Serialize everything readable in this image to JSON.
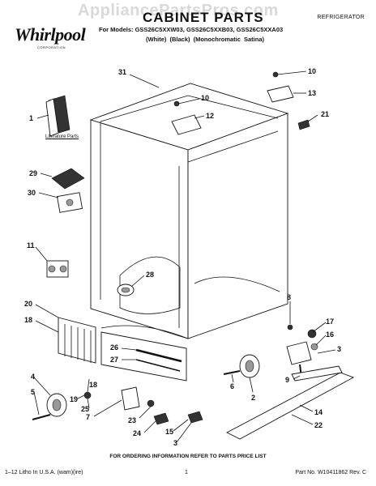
{
  "header": {
    "watermark": "AppliancePartsPros.com",
    "title": "CABINET PARTS",
    "category": "REFRIGERATOR",
    "models": "For Models: GSS26C5XXW03, GSS26C5XXB03, GSS26C5XXA03",
    "variants": "(White)        (Black)     (Monochromatic Satina)",
    "brand": "Whirlpool",
    "brand_sub": "CORPORATION"
  },
  "labels": {
    "literature_parts": "Literature Parts"
  },
  "callouts": [
    "31",
    "10",
    "13",
    "10",
    "12",
    "21",
    "1",
    "29",
    "30",
    "11",
    "28",
    "20",
    "18",
    "8",
    "17",
    "16",
    "3",
    "26",
    "27",
    "4",
    "5",
    "18",
    "19",
    "25",
    "7",
    "23",
    "24",
    "15",
    "3",
    "6",
    "2",
    "9",
    "14",
    "22"
  ],
  "footer": {
    "order_info": "FOR ORDERING INFORMATION REFER TO PARTS PRICE LIST",
    "left": "1–12 Litho In U.S.A. (wam)(ire)",
    "page": "1",
    "right": "Part No. W10411862 Rev. C"
  }
}
